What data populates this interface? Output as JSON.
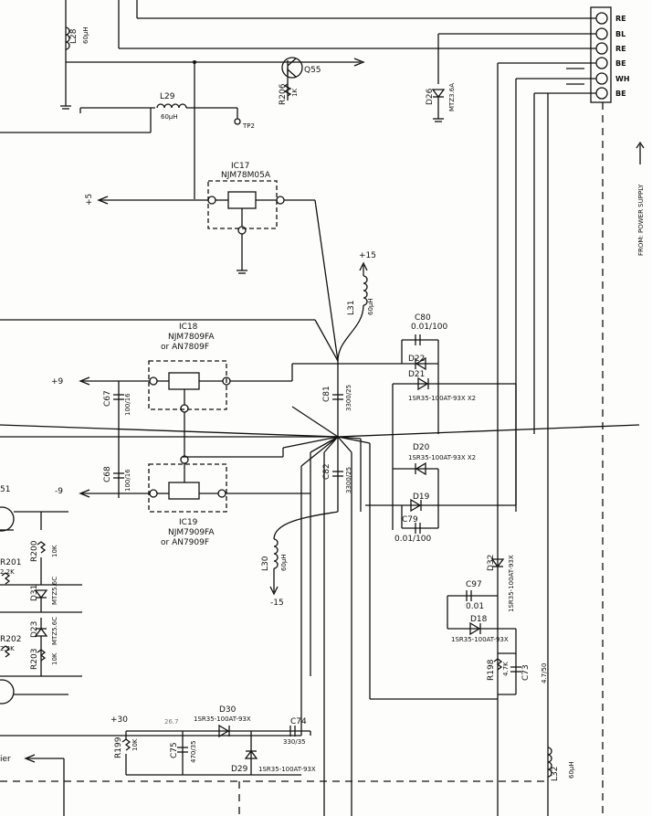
{
  "connector": {
    "pins": [
      "RE",
      "BL",
      "RE",
      "BE",
      "WH",
      "BE"
    ],
    "from_label": "FROM: POWER SUPPLY"
  },
  "components": {
    "q055": "Q55",
    "r206_ref": "R206",
    "r206_val": "1K",
    "l28_ref": "L28",
    "l28_val": "60µH",
    "l29_ref": "L29",
    "l29_val": "60µH",
    "tp2": "TP2",
    "d26_ref": "D26",
    "d26_val": "MTZ3.6A",
    "ic17_ref": "IC17",
    "ic17_part": "NJM78M05A",
    "plus5": "+5",
    "plus15": "+15",
    "l31_ref": "L31",
    "l31_val": "60µH",
    "c80_ref": "C80",
    "c80_val": "0.01/100",
    "d22": "D22",
    "d21": "D21",
    "d21_22_part": "1SR35-100AT-93X X2",
    "ic18_ref": "IC18",
    "ic18_part1": "NJM7809FA",
    "ic18_part2": "or AN7809F",
    "plus9": "+9",
    "c67_ref": "C67",
    "c67_val": "100/16",
    "c81_ref": "C81",
    "c81_val": "3300/25",
    "d20": "D20",
    "d20_part": "1SR35-100AT-93X X2",
    "c68_ref": "C68",
    "c68_val": "100/16",
    "c82_ref": "C82",
    "c82_val": "3300/25",
    "minus9": "-9",
    "d19": "D19",
    "c79_ref": "C79",
    "c79_val": "0.01/100",
    "ic19_ref": "IC19",
    "ic19_part1": "NJM7909FA",
    "ic19_part2": "or AN7909F",
    "q51": "51",
    "r200_ref": "R200",
    "r200_val": "10K",
    "r201_ref": "R201",
    "r201_val": "2.2K",
    "d31_ref": "D31",
    "d31_val": "MTZ5.6C",
    "l30_ref": "L30",
    "l30_val": "60µH",
    "minus15": "-15",
    "d32_ref": "D32",
    "d32_part": "1SR35-100AT-93X",
    "c97_ref": "C97",
    "c97_val": "0.01",
    "d23_ref": "D23",
    "d23_val": "MTZ5.6C",
    "r202_ref": "R202",
    "r202_val": "2.2K",
    "r203_ref": "R203",
    "r203_val": "10K",
    "d18": "D18",
    "d18_part": "1SR35-100AT-93X",
    "r198_ref": "R198",
    "r198_val": "4.7K",
    "c73_ref": "C73",
    "c73_val": "4.7/50",
    "plus30": "+30",
    "d30_ref": "D30",
    "d30_part": "1SR35-100AT-93X",
    "c74_ref": "C74",
    "c74_val": "330/35",
    "v267": "26.7",
    "r199_ref": "R199",
    "r199_val": "10K",
    "c75_ref": "C75",
    "c75_val": "470/35",
    "d29_ref": "D29",
    "d29_part": "1SR35-100AT-93X",
    "l32_ref": "L32",
    "l32_val": "60µH",
    "tier": "ier"
  }
}
